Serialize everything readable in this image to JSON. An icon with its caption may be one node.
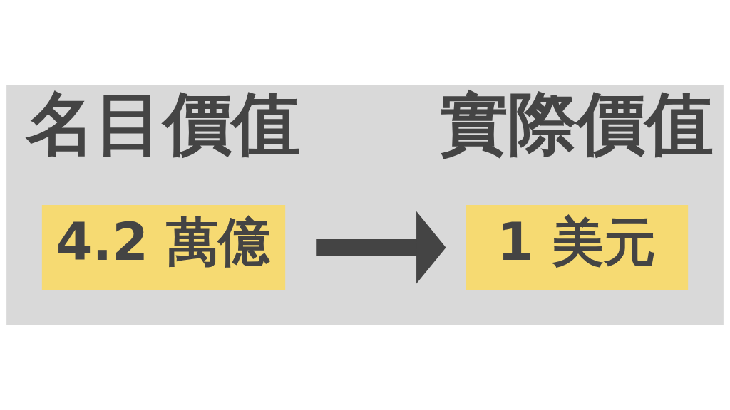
{
  "diagram": {
    "nodes": [
      {
        "text": [
          "名目價值",
          "4.2 萬億"
        ]
      },
      {
        "text": [
          "實際價值",
          "1 美元"
        ]
      }
    ],
    "edges": [
      {
        "from": 0,
        "to": 1,
        "arrow": "to"
      }
    ]
  }
}
